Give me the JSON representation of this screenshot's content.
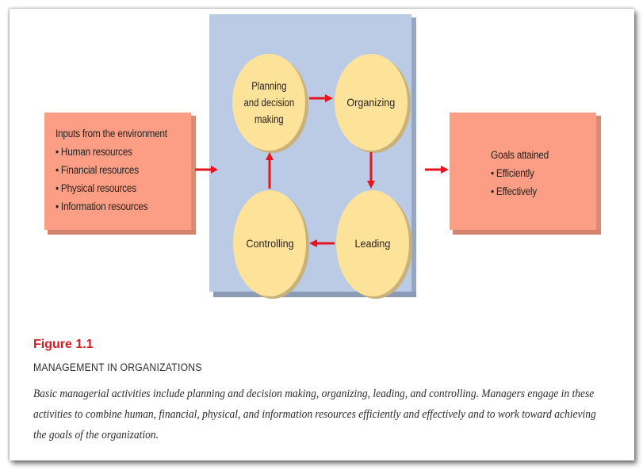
{
  "figure": {
    "label": "Figure 1.1",
    "title": "MANAGEMENT IN ORGANIZATIONS",
    "caption_lines": [
      "Basic managerial activities include planning and decision making, organizing, leading, and controlling. Managers engage in these",
      "activities to combine human, financial, physical, and information resources efficiently and effectively and to work toward achieving",
      "the goals of the organization."
    ]
  },
  "inputs_box": {
    "heading": "Inputs from the environment",
    "items": [
      "• Human resources",
      "• Financial resources",
      "• Physical resources",
      "• Information resources"
    ]
  },
  "outputs_box": {
    "heading": "Goals attained",
    "items": [
      "• Efficiently",
      "• Effectively"
    ]
  },
  "cycle": {
    "nodes": [
      {
        "id": "planning",
        "lines": [
          "Planning",
          "and decision",
          "making"
        ]
      },
      {
        "id": "organizing",
        "lines": [
          "Organizing"
        ]
      },
      {
        "id": "leading",
        "lines": [
          "Leading"
        ]
      },
      {
        "id": "controlling",
        "lines": [
          "Controlling"
        ]
      }
    ],
    "edges": [
      [
        "inputs",
        "cycle"
      ],
      [
        "planning",
        "organizing"
      ],
      [
        "organizing",
        "leading"
      ],
      [
        "leading",
        "controlling"
      ],
      [
        "controlling",
        "planning"
      ],
      [
        "cycle",
        "goals"
      ]
    ]
  },
  "colors": {
    "box_fill": "#fc9e85",
    "panel_fill": "#bccbe5",
    "node_fill": "#fde29a",
    "arrow": "#e3151f",
    "figure_label": "#d81e24"
  }
}
